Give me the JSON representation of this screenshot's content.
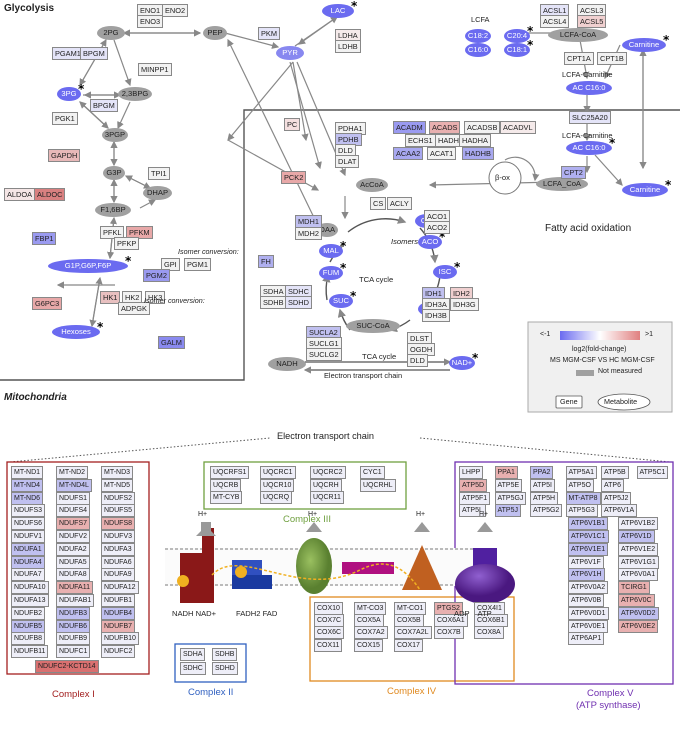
{
  "titles": {
    "glycolysis": "Glycolysis",
    "mitochondria": "Mitochondria",
    "fatty_acid_oxidation": "Fatty acid oxidation",
    "tca_cycle": "TCA cycle",
    "isomers": "Isomers",
    "beta_ox": "β-ox",
    "lcfa": "LCFA",
    "lcfa_carnitine_1": "LCFA-Carnitine",
    "lcfa_carnitine_2": "LCFA-Carnitine",
    "isomer_conversion_1": "Isomer conversion:",
    "isomer_conversion_2": "Isomer conversion:",
    "tca_cycle_2": "TCA cycle",
    "etc_label": "Electron transport chain",
    "etc_title": "Electron transport chain",
    "complex_i": "Complex I",
    "complex_ii": "Complex II",
    "complex_iii": "Complex III",
    "complex_iv": "Complex IV",
    "complex_v": "Complex V",
    "complex_v_sub": "(ATP synthase)",
    "h_plus": "H+",
    "nadh_nad": "NADH NAD+",
    "fadh2_fad": "FADH2 FAD",
    "adp_atp": "ADP    ATP"
  },
  "legend": {
    "min_label": "<-1",
    "max_label": ">1",
    "scale_label": "log2(fold-change)",
    "comparison": "MS MGM-CSF VS HC MGM-CSF",
    "not_measured": "Not measured",
    "gene": "Gene",
    "metabolite": "Metabolite"
  },
  "colors": {
    "up": "#e8a8a8",
    "up_strong": "#d97070",
    "down": "#b8b8f0",
    "down_strong": "#7070e8",
    "light_up": "#f5dada",
    "light_down": "#e4e4f8",
    "neutral": "#f2f2f2",
    "metabolite_measured": "#6b6bf0",
    "metabolite_unmeasured": "#a0a0a0",
    "complex_i": "#a32020",
    "complex_ii": "#3060c0",
    "complex_iii": "#70a040",
    "complex_iv": "#e08a20",
    "complex_v": "#7030b0"
  },
  "metabolites": [
    {
      "name": "2PG",
      "color": "#a0a0a0",
      "star": false
    },
    {
      "name": "PEP",
      "color": "#a0a0a0",
      "star": false
    },
    {
      "name": "PYR",
      "color": "#8888f0",
      "star": false
    },
    {
      "name": "LAC",
      "color": "#6b6bf0",
      "star": true
    },
    {
      "name": "3PG",
      "color": "#6b6bf0",
      "star": true
    },
    {
      "name": "2,3BPG",
      "color": "#a0a0a0",
      "star": false
    },
    {
      "name": "3PGP",
      "color": "#a0a0a0",
      "star": false
    },
    {
      "name": "G3P",
      "color": "#a0a0a0",
      "star": false
    },
    {
      "name": "DHAP",
      "color": "#a0a0a0",
      "star": false
    },
    {
      "name": "F1,6BP",
      "color": "#a0a0a0",
      "star": false
    },
    {
      "name": "G1P,G6P,F6P",
      "color": "#6b6bf0",
      "star": true
    },
    {
      "name": "Hexoses",
      "color": "#6b6bf0",
      "star": true
    },
    {
      "name": "C18:2",
      "color": "#6b6bf0",
      "star": false
    },
    {
      "name": "C20:4",
      "color": "#6b6bf0",
      "star": true
    },
    {
      "name": "C16:0",
      "color": "#6b6bf0",
      "star": false
    },
    {
      "name": "C18:1",
      "color": "#6b6bf0",
      "star": true
    },
    {
      "name": "LCFA-CoA",
      "color": "#a0a0a0",
      "star": false
    },
    {
      "name": "Carnitine",
      "color": "#6b6bf0",
      "star": true
    },
    {
      "name": "AC C16:0",
      "color": "#6b6bf0",
      "star": false
    },
    {
      "name": "AC C16:0",
      "color": "#6b6bf0",
      "star": true
    },
    {
      "name": "Carnitine",
      "color": "#6b6bf0",
      "star": true
    },
    {
      "name": "LCFA_CoA",
      "color": "#a0a0a0",
      "star": false
    },
    {
      "name": "AcCoA",
      "color": "#a0a0a0",
      "star": false
    },
    {
      "name": "OAA",
      "color": "#a0a0a0",
      "star": false
    },
    {
      "name": "CIT",
      "color": "#6b6bf0",
      "star": true
    },
    {
      "name": "MAL",
      "color": "#6b6bf0",
      "star": true
    },
    {
      "name": "ACO",
      "color": "#6b6bf0",
      "star": true
    },
    {
      "name": "FUM",
      "color": "#6b6bf0",
      "star": true
    },
    {
      "name": "ISC",
      "color": "#6b6bf0",
      "star": true
    },
    {
      "name": "SUC",
      "color": "#6b6bf0",
      "star": true
    },
    {
      "name": "AKG",
      "color": "#6b6bf0",
      "star": true
    },
    {
      "name": "SUC-CoA",
      "color": "#a0a0a0",
      "star": false
    },
    {
      "name": "NADH",
      "color": "#a0a0a0",
      "star": false
    },
    {
      "name": "NAD+",
      "color": "#6b6bf0",
      "star": true
    }
  ],
  "genes": [
    {
      "name": "ENO1",
      "color": "#f2f2f2"
    },
    {
      "name": "ENO2",
      "color": "#f2f2f2"
    },
    {
      "name": "ENO3",
      "color": "#f2f2f2"
    },
    {
      "name": "PKM",
      "color": "#e4e4f8"
    },
    {
      "name": "LDHA",
      "color": "#f5eaea"
    },
    {
      "name": "LDHB",
      "color": "#f2f2f2"
    },
    {
      "name": "PGAM1",
      "color": "#e4e4f8"
    },
    {
      "name": "BPGM",
      "color": "#e4e4f8"
    },
    {
      "name": "MINPP1",
      "color": "#f2f2f2"
    },
    {
      "name": "BPGM",
      "color": "#e4e4f8"
    },
    {
      "name": "PGK1",
      "color": "#f2f2f2"
    },
    {
      "name": "GAPDH",
      "color": "#e8b8b8"
    },
    {
      "name": "TPI1",
      "color": "#f2f2f2"
    },
    {
      "name": "ALDOA",
      "color": "#f5e6e6"
    },
    {
      "name": "ALDOC",
      "color": "#d98080"
    },
    {
      "name": "FBP1",
      "color": "#9a9af0"
    },
    {
      "name": "PFKL",
      "color": "#f2f2f2"
    },
    {
      "name": "PFKM",
      "color": "#e8a8a8"
    },
    {
      "name": "PFKP",
      "color": "#f2f2f2"
    },
    {
      "name": "GPI",
      "color": "#f2f2f2"
    },
    {
      "name": "PGM1",
      "color": "#f2f2f2"
    },
    {
      "name": "PGM2",
      "color": "#9a9af0"
    },
    {
      "name": "G6PC3",
      "color": "#e8a8a8"
    },
    {
      "name": "HK1",
      "color": "#e8c0c0"
    },
    {
      "name": "HK2",
      "color": "#f2f2f2"
    },
    {
      "name": "HK3",
      "color": "#f2f2f2"
    },
    {
      "name": "ADPGK",
      "color": "#f2f2f2"
    },
    {
      "name": "GALM",
      "color": "#8a8af0"
    },
    {
      "name": "ACSL1",
      "color": "#e4e4f8"
    },
    {
      "name": "ACSL3",
      "color": "#f2f2f2"
    },
    {
      "name": "ACSL4",
      "color": "#f2f2f2"
    },
    {
      "name": "ACSL5",
      "color": "#f0d0d0"
    },
    {
      "name": "CPT1A",
      "color": "#f2f2f2"
    },
    {
      "name": "CPT1B",
      "color": "#f2f2f2"
    },
    {
      "name": "SLC25A20",
      "color": "#e4e4f8"
    },
    {
      "name": "CPT2",
      "color": "#b0b0f0"
    },
    {
      "name": "ACADM",
      "color": "#9a9af0"
    },
    {
      "name": "ACADS",
      "color": "#e8b0b0"
    },
    {
      "name": "ACADSB",
      "color": "#f2f2f2"
    },
    {
      "name": "ACADVL",
      "color": "#f5eaea"
    },
    {
      "name": "ECHS1",
      "color": "#f2f2f2"
    },
    {
      "name": "HADH",
      "color": "#f2f2f2"
    },
    {
      "name": "HADHA",
      "color": "#f2f2f2"
    },
    {
      "name": "ACAA2",
      "color": "#a8a8f0"
    },
    {
      "name": "ACAT1",
      "color": "#f2f2f2"
    },
    {
      "name": "HADHB",
      "color": "#a8a8f0"
    },
    {
      "name": "PC",
      "color": "#f5e0e0"
    },
    {
      "name": "PDHA1",
      "color": "#f2f2f2"
    },
    {
      "name": "PDHB",
      "color": "#c0c0f0"
    },
    {
      "name": "DLD",
      "color": "#f2f2f2"
    },
    {
      "name": "DLAT",
      "color": "#f2f2f2"
    },
    {
      "name": "PCK2",
      "color": "#e8a8a8"
    },
    {
      "name": "CS",
      "color": "#f2f2f2"
    },
    {
      "name": "ACLY",
      "color": "#f2f2f2"
    },
    {
      "name": "MDH1",
      "color": "#c0c0f0"
    },
    {
      "name": "MDH2",
      "color": "#f2f2f2"
    },
    {
      "name": "ACO1",
      "color": "#f2f2f2"
    },
    {
      "name": "ACO2",
      "color": "#f2f2f2"
    },
    {
      "name": "FH",
      "color": "#b0b0f0"
    },
    {
      "name": "SDHA",
      "color": "#f2f2f2"
    },
    {
      "name": "SDHC",
      "color": "#e4e4f8"
    },
    {
      "name": "SDHB",
      "color": "#f2f2f2"
    },
    {
      "name": "SDHD",
      "color": "#e4e4f8"
    },
    {
      "name": "IDH1",
      "color": "#c0c0f0"
    },
    {
      "name": "IDH2",
      "color": "#f0d0d0"
    },
    {
      "name": "IDH3A",
      "color": "#f2f2f2"
    },
    {
      "name": "IDH3G",
      "color": "#f2f2f2"
    },
    {
      "name": "IDH3B",
      "color": "#f2f2f2"
    },
    {
      "name": "SUCLA2",
      "color": "#c0c0f0"
    },
    {
      "name": "SUCLG1",
      "color": "#f2f2f2"
    },
    {
      "name": "SUCLG2",
      "color": "#f2f2f2"
    },
    {
      "name": "DLST",
      "color": "#f2f2f2"
    },
    {
      "name": "OGDH",
      "color": "#f2f2f2"
    },
    {
      "name": "DLD",
      "color": "#f2f2f2"
    }
  ],
  "complex_i_genes": [
    [
      "MT-ND1",
      "MT-ND2",
      "MT-ND3"
    ],
    [
      "MT-ND4",
      "MT-ND4L",
      "MT-ND5"
    ],
    [
      "MT-ND6",
      "NDUFS1",
      "NDUFS2"
    ],
    [
      "NDUFS3",
      "NDUFS4",
      "NDUFS5"
    ],
    [
      "NDUFS6",
      "NDUFS7",
      "NDUFS8"
    ],
    [
      "NDUFV1",
      "NDUFV2",
      "NDUFV3"
    ],
    [
      "NDUFA1",
      "NDUFA2",
      "NDUFA3"
    ],
    [
      "NDUFA4",
      "NDUFA5",
      "NDUFA6"
    ],
    [
      "NDUFA7",
      "NDUFA8",
      "NDUFA9"
    ],
    [
      "NDUFA10",
      "NDUFA11",
      "NDUFA12"
    ],
    [
      "NDUFA13",
      "NDUFAB1",
      "NDUFB1"
    ],
    [
      "NDUFB2",
      "NDUFB3",
      "NDUFB4"
    ],
    [
      "NDUFB5",
      "NDUFB6",
      "NDUFB7"
    ],
    [
      "NDUFB8",
      "NDUFB9",
      "NDUFB10"
    ],
    [
      "NDUFB11",
      "NDUFC1",
      "NDUFC2"
    ]
  ],
  "complex_i_extra": "NDUFC2-KCTD14",
  "complex_ii_genes": [
    [
      "SDHA",
      "SDHB"
    ],
    [
      "SDHC",
      "SDHD"
    ]
  ],
  "complex_iii_genes": [
    [
      "UQCRFS1",
      "UQCRC1",
      "UQCRC2",
      "CYC1"
    ],
    [
      "UQCRB",
      "UQCR10",
      "UQCRH",
      "UQCRHL"
    ],
    [
      "MT-CYB",
      "UQCRQ",
      "UQCR11"
    ]
  ],
  "complex_iv_genes": [
    [
      "COX10",
      "MT-CO3",
      "MT-CO1",
      "PTGS2",
      "COX4I1"
    ],
    [
      "COX7C",
      "COX5A",
      "COX5B",
      "COX6A1",
      "COX6B1"
    ],
    [
      "COX6C",
      "COX7A2",
      "COX7A2L",
      "COX7B",
      "COX8A"
    ],
    [
      "COX11",
      "COX15",
      "COX17"
    ]
  ],
  "complex_v_genes": [
    [
      "LHPP",
      "PPA1",
      "PPA2",
      "ATP5A1",
      "ATP5B",
      "ATP5C1"
    ],
    [
      "ATP5D",
      "ATP5E",
      "ATP5I",
      "ATP5O",
      "ATP6"
    ],
    [
      "ATP5F1",
      "ATP5GJ",
      "ATP5H",
      "MT-ATP8",
      "ATP5J2"
    ],
    [
      "ATP5L",
      "ATP5J",
      "ATP5G2",
      "ATP5G3",
      "ATP6V1A"
    ],
    [
      "ATP6V1B1",
      "ATP6V1B2"
    ],
    [
      "ATP6V1C1",
      "ATP6V1D"
    ],
    [
      "ATP6V1E1",
      "ATP6V1E2"
    ],
    [
      "ATP6V1F",
      "ATP6V1G1"
    ],
    [
      "ATP6V1H",
      "ATP6V0A1"
    ],
    [
      "ATP6V0A2",
      "TCIRG1"
    ],
    [
      "ATP6V0B",
      "ATP6V0C"
    ],
    [
      "ATP6V0D1",
      "ATP6V0D2"
    ],
    [
      "ATP6V0E1",
      "ATP6V0E2"
    ],
    [
      "ATP6AP1"
    ]
  ]
}
